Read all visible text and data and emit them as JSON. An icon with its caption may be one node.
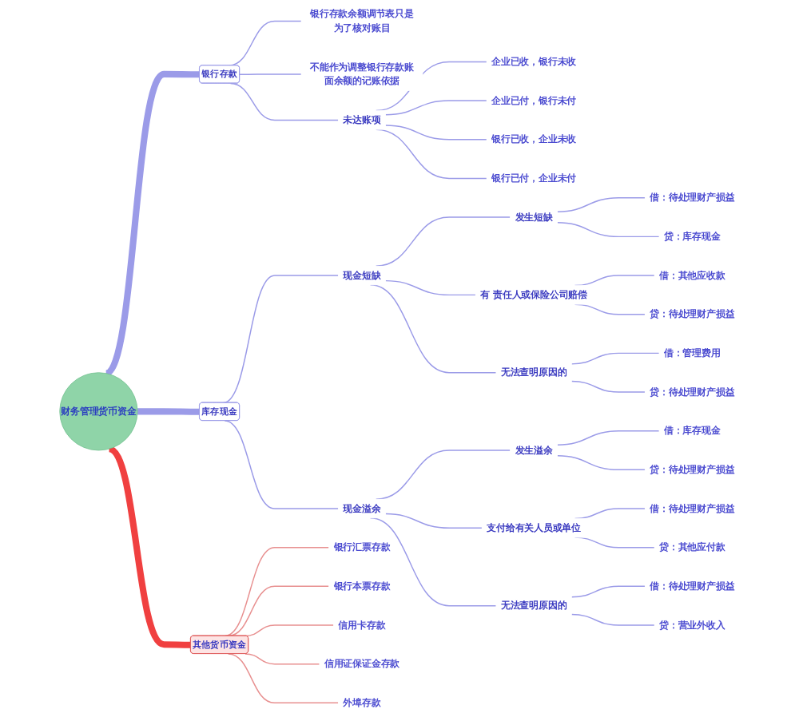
{
  "diagram": {
    "nodes": [
      {
        "text": [
          "财务管理货币资金"
        ]
      },
      {
        "text": [
          "银行存款"
        ]
      },
      {
        "text": [
          "银行存款余额调节表只是为了核对账目"
        ]
      },
      {
        "text": [
          "不能作为调整银行存款账面余额的记账依据"
        ]
      },
      {
        "text": [
          "未达账项"
        ]
      },
      {
        "text": [
          "企业已收，银行未收"
        ]
      },
      {
        "text": [
          "企业已付，银行未付"
        ]
      },
      {
        "text": [
          "银行已收，企业未收"
        ]
      },
      {
        "text": [
          "银行已付，企业未付"
        ]
      },
      {
        "text": [
          "库存现金"
        ]
      },
      {
        "text": [
          "现金短缺"
        ]
      },
      {
        "text": [
          "发生短缺"
        ]
      },
      {
        "text": [
          "借：待处理财产损益"
        ]
      },
      {
        "text": [
          "贷：库存现金"
        ]
      },
      {
        "text": [
          "有 责任人或保险公司赔偿"
        ]
      },
      {
        "text": [
          "借：其他应收款"
        ]
      },
      {
        "text": [
          "贷：待处理财产损益"
        ]
      },
      {
        "text": [
          "无法查明原因的"
        ]
      },
      {
        "text": [
          "借：管理费用"
        ]
      },
      {
        "text": [
          "贷：待处理财产损益"
        ]
      },
      {
        "text": [
          "现金溢余"
        ]
      },
      {
        "text": [
          "发生溢余"
        ]
      },
      {
        "text": [
          "借：库存现金"
        ]
      },
      {
        "text": [
          "贷：待处理财产损益"
        ]
      },
      {
        "text": [
          "支付给有关人员或单位"
        ]
      },
      {
        "text": [
          "借：待处理财产损益"
        ]
      },
      {
        "text": [
          "贷：其他应付款"
        ]
      },
      {
        "text": [
          "无法查明原因的"
        ]
      },
      {
        "text": [
          "借：待处理财产损益"
        ]
      },
      {
        "text": [
          "贷：营业外收入"
        ]
      },
      {
        "text": [
          "其他货币资金"
        ]
      },
      {
        "text": [
          "银行汇票存款"
        ]
      },
      {
        "text": [
          "银行本票存款"
        ]
      },
      {
        "text": [
          "信用卡存款"
        ]
      },
      {
        "text": [
          "信用证保证金存款"
        ]
      },
      {
        "text": [
          "外埠存款"
        ]
      }
    ],
    "edges": [
      {
        "from": 0,
        "to": 1,
        "arrow": "none",
        "style": "thick"
      },
      {
        "from": 1,
        "to": 2,
        "arrow": "none"
      },
      {
        "from": 1,
        "to": 3,
        "arrow": "none"
      },
      {
        "from": 1,
        "to": 4,
        "arrow": "none"
      },
      {
        "from": 4,
        "to": 5,
        "arrow": "none"
      },
      {
        "from": 4,
        "to": 6,
        "arrow": "none"
      },
      {
        "from": 4,
        "to": 7,
        "arrow": "none"
      },
      {
        "from": 4,
        "to": 8,
        "arrow": "none"
      },
      {
        "from": 0,
        "to": 9,
        "arrow": "none",
        "style": "thick"
      },
      {
        "from": 9,
        "to": 10,
        "arrow": "none"
      },
      {
        "from": 10,
        "to": 11,
        "arrow": "none"
      },
      {
        "from": 11,
        "to": 12,
        "arrow": "none"
      },
      {
        "from": 11,
        "to": 13,
        "arrow": "none"
      },
      {
        "from": 10,
        "to": 14,
        "arrow": "none"
      },
      {
        "from": 14,
        "to": 15,
        "arrow": "none"
      },
      {
        "from": 14,
        "to": 16,
        "arrow": "none"
      },
      {
        "from": 10,
        "to": 17,
        "arrow": "none"
      },
      {
        "from": 17,
        "to": 18,
        "arrow": "none"
      },
      {
        "from": 17,
        "to": 19,
        "arrow": "none"
      },
      {
        "from": 9,
        "to": 20,
        "arrow": "none"
      },
      {
        "from": 20,
        "to": 21,
        "arrow": "none"
      },
      {
        "from": 21,
        "to": 22,
        "arrow": "none"
      },
      {
        "from": 21,
        "to": 23,
        "arrow": "none"
      },
      {
        "from": 20,
        "to": 24,
        "arrow": "none"
      },
      {
        "from": 24,
        "to": 25,
        "arrow": "none"
      },
      {
        "from": 24,
        "to": 26,
        "arrow": "none"
      },
      {
        "from": 20,
        "to": 27,
        "arrow": "none"
      },
      {
        "from": 27,
        "to": 28,
        "arrow": "none"
      },
      {
        "from": 27,
        "to": 29,
        "arrow": "none"
      },
      {
        "from": 0,
        "to": 30,
        "arrow": "none",
        "style": "thick",
        "color": "#f04040"
      },
      {
        "from": 30,
        "to": 31,
        "arrow": "none",
        "color": "#e89090"
      },
      {
        "from": 30,
        "to": 32,
        "arrow": "none",
        "color": "#e89090"
      },
      {
        "from": 30,
        "to": 33,
        "arrow": "none",
        "color": "#e89090"
      },
      {
        "from": 30,
        "to": 34,
        "arrow": "none",
        "color": "#e89090"
      },
      {
        "from": 30,
        "to": 35,
        "arrow": "none",
        "color": "#e89090"
      }
    ]
  }
}
